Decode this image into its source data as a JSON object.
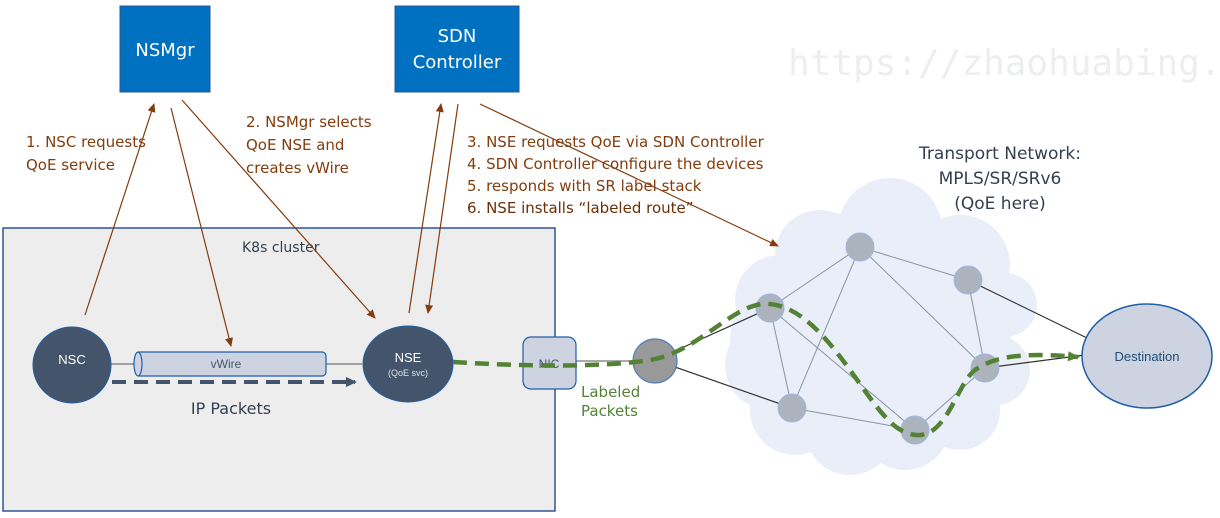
{
  "watermark": "https://zhaohuabing.com",
  "boxes": {
    "nsmgr": "NSMgr",
    "sdn_line1": "SDN",
    "sdn_line2": "Controller"
  },
  "steps": {
    "step1_line1": "1. NSC requests",
    "step1_line2": "QoE service",
    "step2_line1": "2. NSMgr selects",
    "step2_line2": "QoE NSE and",
    "step2_line3": "creates vWire",
    "step3": "3. NSE requests QoE via SDN Controller",
    "step4": "4. SDN Controller configure the devices",
    "step5": "5. responds with SR label stack",
    "step6": "6. NSE installs “labeled route”"
  },
  "cluster": {
    "label": "K8s cluster",
    "nsc": "NSC",
    "vwire": "vWire",
    "nse": "NSE",
    "nse_sub": "(QoE svc)",
    "ip_packets": "IP Packets"
  },
  "nic": "NIC",
  "labeled_packets_line1": "Labeled",
  "labeled_packets_line2": "Packets",
  "transport": {
    "line1": "Transport Network:",
    "line2": "MPLS/SR/SRv6",
    "line3": "(QoE here)"
  },
  "destination": "Destination",
  "colors": {
    "box_blue": "#0070c0",
    "arrow_brown": "#843c0c",
    "node_dark": "#44546a",
    "path_green": "#548235",
    "cloud": "#e9eef8",
    "router_gray": "#adb3bc"
  }
}
